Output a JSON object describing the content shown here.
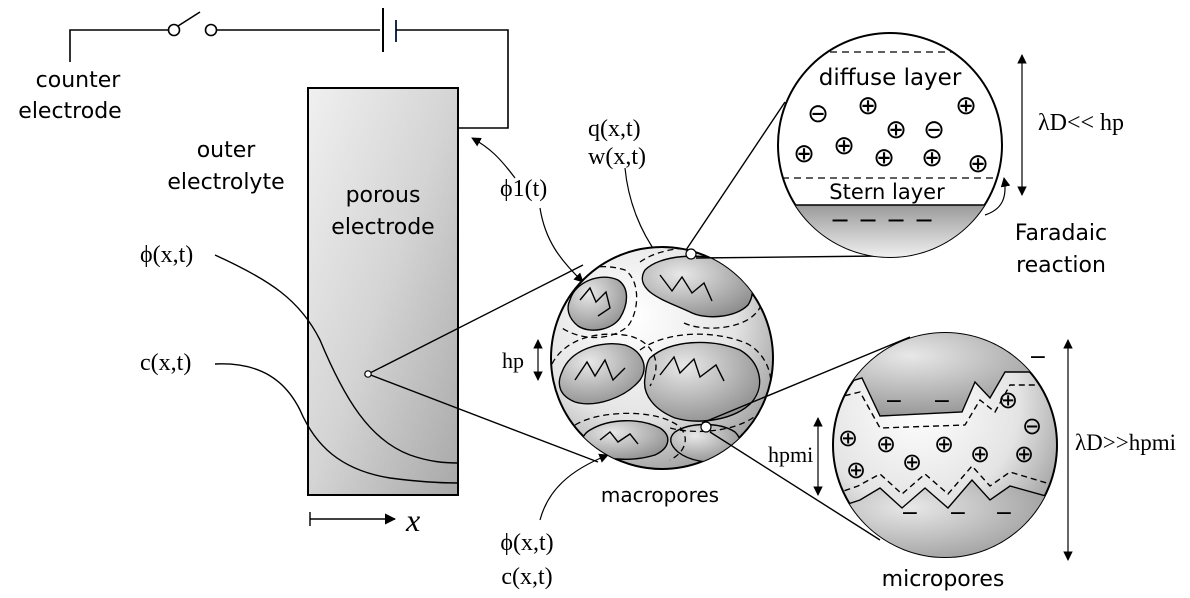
{
  "labels": {
    "counter_line1": "counter",
    "counter_line2": "electrode",
    "outer_line1": "outer",
    "outer_line2": "electrolyte",
    "porous_line1": "porous",
    "porous_line2": "electrode",
    "phi_xt": "ϕ(x,t)",
    "c_xt": "c(x,t)",
    "x_axis": "x",
    "phi1_t": "ϕ1(t)",
    "q_xt": "q(x,t)",
    "w_xt": "w(x,t)",
    "hp": "hp",
    "macropores": "macropores",
    "phi_xt_bottom": "ϕ(x,t)",
    "c_xt_bottom": "c(x,t)",
    "diffuse_layer": "diffuse layer",
    "stern_layer": "Stern layer",
    "faradaic_line1": "Faradaic",
    "faradaic_line2": "reaction",
    "lambda_small": "λD<< hp",
    "micropores": "micropores",
    "hp_mi": "hpmi",
    "lambda_large": "λD>>hpmi"
  },
  "symbols": {
    "plus": "⊕",
    "minus": "⊖",
    "dash": "−"
  }
}
